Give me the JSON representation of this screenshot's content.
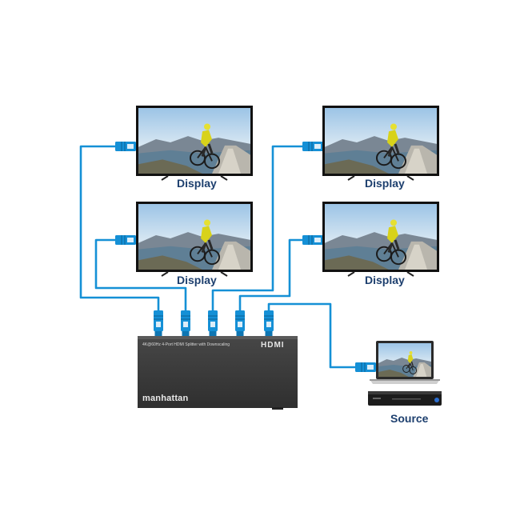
{
  "displays": [
    {
      "label": "Display"
    },
    {
      "label": "Display"
    },
    {
      "label": "Display"
    },
    {
      "label": "Display"
    }
  ],
  "source": {
    "label": "Source"
  },
  "splitter": {
    "model_text": "4K@60Hz 4-Port HDMI Splitter with Downscaling",
    "brand_name": "manhattan",
    "hdmi_logo": "HDMI"
  },
  "colors": {
    "cable": "#1590d6",
    "cable_dark": "#0a5f94",
    "device": "#3a3a3a",
    "label": "#1d3f6e"
  }
}
